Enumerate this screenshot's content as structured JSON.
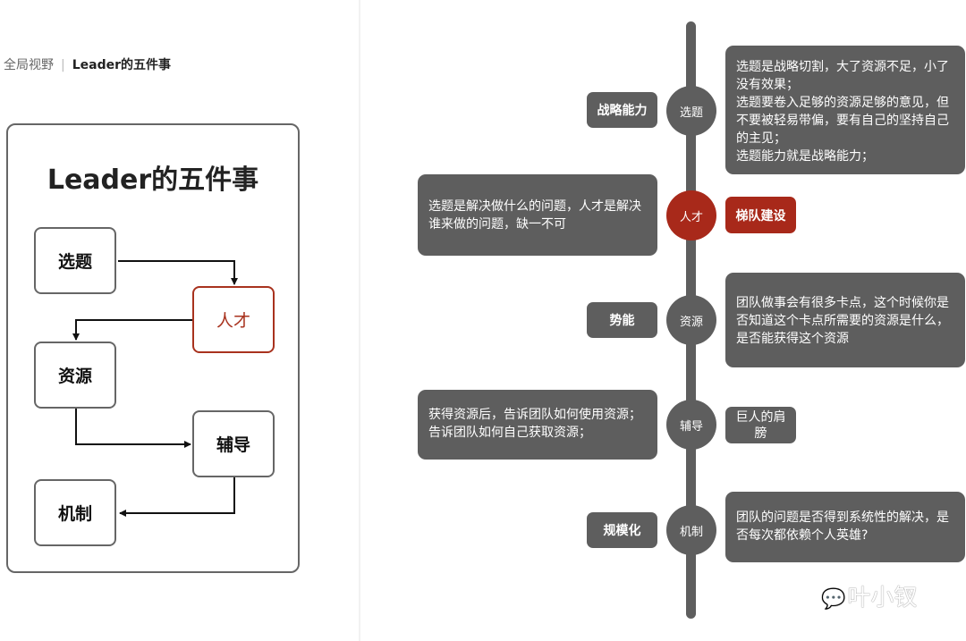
{
  "breadcrumb": {
    "parent": "全局视野",
    "separator": "|",
    "current": "Leader的五件事"
  },
  "flowchart": {
    "title": "Leader的五件事",
    "nodes": [
      {
        "id": "xuanti",
        "label": "选题",
        "highlight": false
      },
      {
        "id": "rencai",
        "label": "人才",
        "highlight": true
      },
      {
        "id": "ziyuan",
        "label": "资源",
        "highlight": false
      },
      {
        "id": "fudao",
        "label": "辅导",
        "highlight": false
      },
      {
        "id": "jizhi",
        "label": "机制",
        "highlight": false
      }
    ],
    "edges": [
      {
        "from": "选题",
        "to": "人才"
      },
      {
        "from": "人才",
        "to": "资源"
      },
      {
        "from": "资源",
        "to": "辅导"
      },
      {
        "from": "辅导",
        "to": "机制"
      }
    ]
  },
  "timeline": {
    "items": [
      {
        "node": "选题",
        "tag": "战略能力",
        "tag_side": "left",
        "note_side": "right",
        "note": "选题是战略切割，大了资源不足，小了\n没有效果；\n选题要卷入足够的资源足够的意见，但\n不要被轻易带偏，要有自己的坚持自己\n的主见；\n选题能力就是战略能力；",
        "highlight": false
      },
      {
        "node": "人才",
        "tag": "梯队建设",
        "tag_side": "right",
        "note_side": "left",
        "note": "选题是解决做什么的问题，人才是解决\n谁来做的问题，缺一不可",
        "highlight": true
      },
      {
        "node": "资源",
        "tag": "势能",
        "tag_side": "left",
        "note_side": "right",
        "note": "团队做事会有很多卡点，这个时候你是\n否知道这个卡点所需要的资源是什么，\n是否能获得这个资源",
        "highlight": false
      },
      {
        "node": "辅导",
        "tag": "巨人的肩\n膀",
        "tag_side": "right",
        "note_side": "left",
        "note": "获得资源后，告诉团队如何使用资源；\n告诉团队如何自己获取资源；",
        "highlight": false
      },
      {
        "node": "机制",
        "tag": "规模化",
        "tag_side": "left",
        "note_side": "right",
        "note": "团队的问题是否得到系统性的解决，是\n否每次都依赖个人英雄?",
        "highlight": false
      }
    ]
  },
  "watermark": {
    "icon": "wechat-icon",
    "text": "叶小钗"
  },
  "colors": {
    "accent": "#a8291a",
    "node_gray": "#5e5e5e",
    "border_gray": "#666666"
  }
}
